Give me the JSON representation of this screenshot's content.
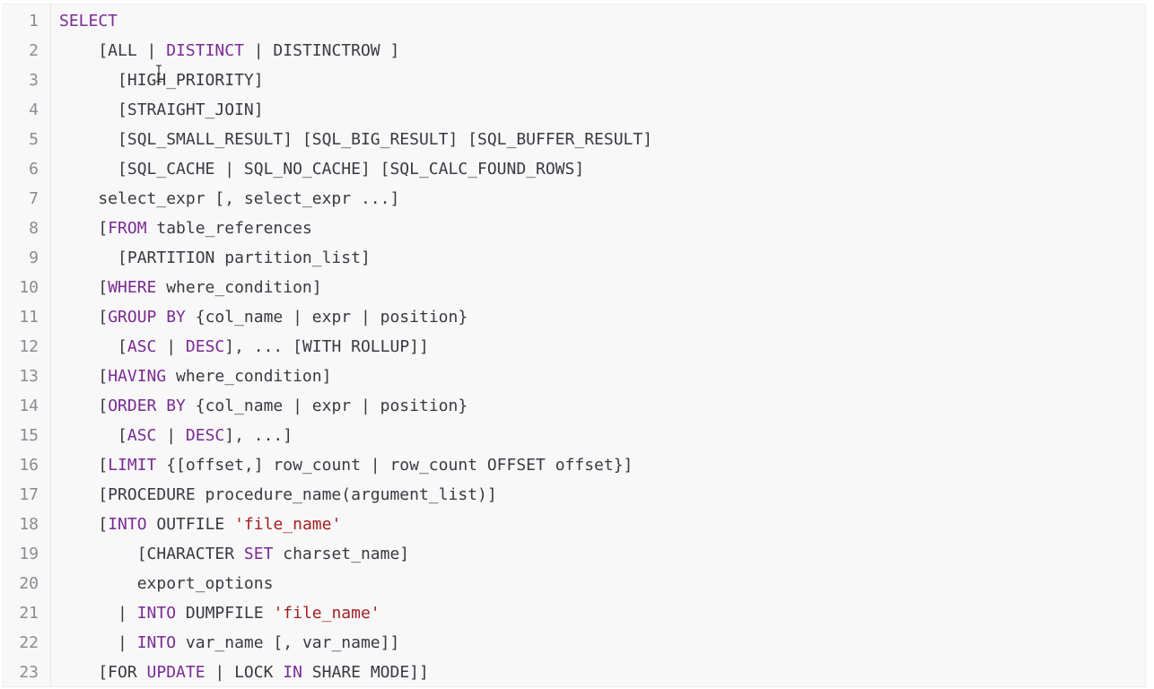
{
  "code": {
    "language": "sql",
    "lines": [
      {
        "n": "1",
        "tokens": [
          {
            "t": "SELECT",
            "k": "kw"
          }
        ]
      },
      {
        "n": "2",
        "tokens": [
          {
            "t": "    [ALL | ",
            "k": "plain"
          },
          {
            "t": "DISTINCT",
            "k": "kw"
          },
          {
            "t": " | DISTINCTROW ]",
            "k": "plain"
          }
        ]
      },
      {
        "n": "3",
        "tokens": [
          {
            "t": "      [HIGH_PRIORITY]",
            "k": "plain"
          }
        ]
      },
      {
        "n": "4",
        "tokens": [
          {
            "t": "      [STRAIGHT_JOIN]",
            "k": "plain"
          }
        ]
      },
      {
        "n": "5",
        "tokens": [
          {
            "t": "      [SQL_SMALL_RESULT] [SQL_BIG_RESULT] [SQL_BUFFER_RESULT]",
            "k": "plain"
          }
        ]
      },
      {
        "n": "6",
        "tokens": [
          {
            "t": "      [SQL_CACHE | SQL_NO_CACHE] [SQL_CALC_FOUND_ROWS]",
            "k": "plain"
          }
        ]
      },
      {
        "n": "7",
        "tokens": [
          {
            "t": "    select_expr [, select_expr ...]",
            "k": "plain"
          }
        ]
      },
      {
        "n": "8",
        "tokens": [
          {
            "t": "    [",
            "k": "plain"
          },
          {
            "t": "FROM",
            "k": "kw"
          },
          {
            "t": " table_references",
            "k": "plain"
          }
        ]
      },
      {
        "n": "9",
        "tokens": [
          {
            "t": "      [PARTITION partition_list]",
            "k": "plain"
          }
        ]
      },
      {
        "n": "10",
        "tokens": [
          {
            "t": "    [",
            "k": "plain"
          },
          {
            "t": "WHERE",
            "k": "kw"
          },
          {
            "t": " where_condition]",
            "k": "plain"
          }
        ]
      },
      {
        "n": "11",
        "tokens": [
          {
            "t": "    [",
            "k": "plain"
          },
          {
            "t": "GROUP BY",
            "k": "kw"
          },
          {
            "t": " {col_name | expr | position}",
            "k": "plain"
          }
        ]
      },
      {
        "n": "12",
        "tokens": [
          {
            "t": "      [",
            "k": "plain"
          },
          {
            "t": "ASC",
            "k": "kw"
          },
          {
            "t": " | ",
            "k": "plain"
          },
          {
            "t": "DESC",
            "k": "kw"
          },
          {
            "t": "], ... [WITH ROLLUP]]",
            "k": "plain"
          }
        ]
      },
      {
        "n": "13",
        "tokens": [
          {
            "t": "    [",
            "k": "plain"
          },
          {
            "t": "HAVING",
            "k": "kw"
          },
          {
            "t": " where_condition]",
            "k": "plain"
          }
        ]
      },
      {
        "n": "14",
        "tokens": [
          {
            "t": "    [",
            "k": "plain"
          },
          {
            "t": "ORDER BY",
            "k": "kw"
          },
          {
            "t": " {col_name | expr | position}",
            "k": "plain"
          }
        ]
      },
      {
        "n": "15",
        "tokens": [
          {
            "t": "      [",
            "k": "plain"
          },
          {
            "t": "ASC",
            "k": "kw"
          },
          {
            "t": " | ",
            "k": "plain"
          },
          {
            "t": "DESC",
            "k": "kw"
          },
          {
            "t": "], ...]",
            "k": "plain"
          }
        ]
      },
      {
        "n": "16",
        "tokens": [
          {
            "t": "    [",
            "k": "plain"
          },
          {
            "t": "LIMIT",
            "k": "kw"
          },
          {
            "t": " {[offset,] row_count | row_count OFFSET offset}]",
            "k": "plain"
          }
        ]
      },
      {
        "n": "17",
        "tokens": [
          {
            "t": "    [PROCEDURE procedure_name(argument_list)]",
            "k": "plain"
          }
        ]
      },
      {
        "n": "18",
        "tokens": [
          {
            "t": "    [",
            "k": "plain"
          },
          {
            "t": "INTO",
            "k": "kw"
          },
          {
            "t": " OUTFILE ",
            "k": "plain"
          },
          {
            "t": "'file_name'",
            "k": "str"
          }
        ]
      },
      {
        "n": "19",
        "tokens": [
          {
            "t": "        [CHARACTER ",
            "k": "plain"
          },
          {
            "t": "SET",
            "k": "kw"
          },
          {
            "t": " charset_name]",
            "k": "plain"
          }
        ]
      },
      {
        "n": "20",
        "tokens": [
          {
            "t": "        export_options",
            "k": "plain"
          }
        ]
      },
      {
        "n": "21",
        "tokens": [
          {
            "t": "      | ",
            "k": "plain"
          },
          {
            "t": "INTO",
            "k": "kw"
          },
          {
            "t": " DUMPFILE ",
            "k": "plain"
          },
          {
            "t": "'file_name'",
            "k": "str"
          }
        ]
      },
      {
        "n": "22",
        "tokens": [
          {
            "t": "      | ",
            "k": "plain"
          },
          {
            "t": "INTO",
            "k": "kw"
          },
          {
            "t": " var_name [, var_name]]",
            "k": "plain"
          }
        ]
      },
      {
        "n": "23",
        "tokens": [
          {
            "t": "    [FOR ",
            "k": "plain"
          },
          {
            "t": "UPDATE",
            "k": "kw"
          },
          {
            "t": " | LOCK ",
            "k": "plain"
          },
          {
            "t": "IN",
            "k": "kw"
          },
          {
            "t": " SHARE MODE]]",
            "k": "plain"
          }
        ]
      }
    ]
  },
  "colors": {
    "background": "#f8f8f9",
    "keyword": "#7a2b93",
    "string": "#a51f1f",
    "text": "#383a42",
    "line_number": "#8a8c93"
  },
  "icons": {
    "cursor": "text-cursor-icon"
  }
}
